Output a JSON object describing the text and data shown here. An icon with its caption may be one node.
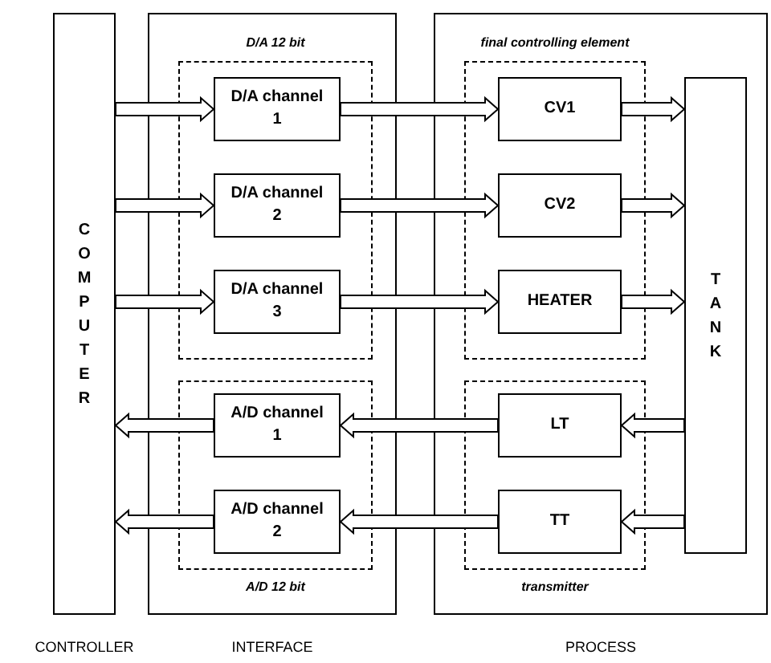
{
  "diagram": {
    "nodes": [
      {
        "text": [
          "COMPUTER"
        ],
        "beside": [
          "CONTROLLER"
        ]
      },
      {
        "text": [
          "INTERFACE"
        ]
      },
      {
        "text": [
          "D/A 12 bit"
        ],
        "in": 1
      },
      {
        "text": [
          "D/A channel 1"
        ],
        "in": 2
      },
      {
        "text": [
          "D/A channel 2"
        ],
        "in": 2
      },
      {
        "text": [
          "D/A channel 3"
        ],
        "in": 2
      },
      {
        "text": [
          "A/D 12 bit"
        ],
        "in": 1
      },
      {
        "text": [
          "A/D channel 1"
        ],
        "in": 6
      },
      {
        "text": [
          "A/D channel 2"
        ],
        "in": 6
      },
      {
        "text": [
          "PROCESS"
        ]
      },
      {
        "text": [
          "final controlling element"
        ],
        "in": 9
      },
      {
        "text": [
          "CV1"
        ],
        "in": 10
      },
      {
        "text": [
          "CV2"
        ],
        "in": 10
      },
      {
        "text": [
          "HEATER"
        ],
        "in": 10
      },
      {
        "text": [
          "transmitter"
        ],
        "in": 9
      },
      {
        "text": [
          "LT"
        ],
        "in": 14
      },
      {
        "text": [
          "TT"
        ],
        "in": 14
      },
      {
        "text": [
          "TANK"
        ],
        "in": 9
      }
    ],
    "edges": [
      {
        "from": 0,
        "to": 3,
        "arrow": "to"
      },
      {
        "from": 0,
        "to": 4,
        "arrow": "to"
      },
      {
        "from": 0,
        "to": 5,
        "arrow": "to"
      },
      {
        "from": 3,
        "to": 11,
        "arrow": "to"
      },
      {
        "from": 4,
        "to": 12,
        "arrow": "to"
      },
      {
        "from": 5,
        "to": 13,
        "arrow": "to"
      },
      {
        "from": 11,
        "to": 17,
        "arrow": "to"
      },
      {
        "from": 12,
        "to": 17,
        "arrow": "to"
      },
      {
        "from": 13,
        "to": 17,
        "arrow": "to"
      },
      {
        "from": 17,
        "to": 15,
        "arrow": "to"
      },
      {
        "from": 17,
        "to": 16,
        "arrow": "to"
      },
      {
        "from": 15,
        "to": 7,
        "arrow": "to"
      },
      {
        "from": 16,
        "to": 8,
        "arrow": "to"
      },
      {
        "from": 7,
        "to": 0,
        "arrow": "to"
      },
      {
        "from": 8,
        "to": 0,
        "arrow": "to"
      }
    ]
  }
}
